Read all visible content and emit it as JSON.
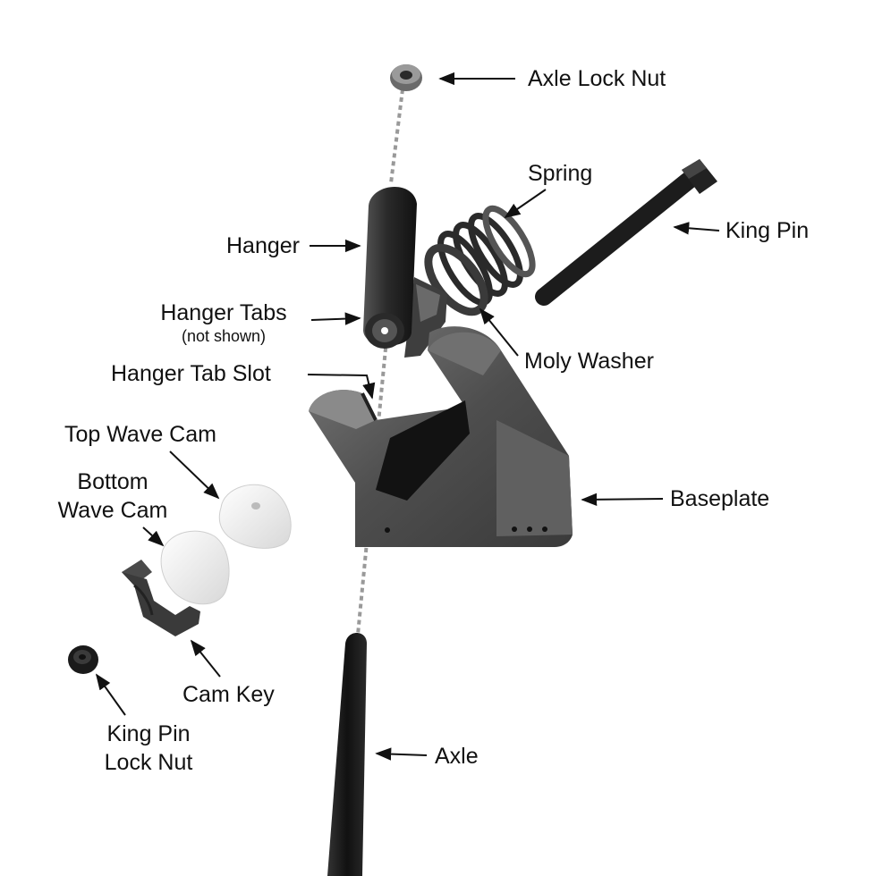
{
  "labels": {
    "axle_lock_nut": "Axle Lock Nut",
    "spring": "Spring",
    "king_pin": "King Pin",
    "hanger": "Hanger",
    "hanger_tabs": "Hanger Tabs",
    "hanger_tabs_note": "(not shown)",
    "moly_washer": "Moly Washer",
    "hanger_tab_slot": "Hanger Tab Slot",
    "top_wave_cam": "Top Wave Cam",
    "bottom_wave_cam_line1": "Bottom",
    "bottom_wave_cam_line2": "Wave Cam",
    "baseplate": "Baseplate",
    "cam_key": "Cam Key",
    "king_pin_lock_nut_line1": "King Pin",
    "king_pin_lock_nut_line2": "Lock Nut",
    "axle": "Axle"
  },
  "colors": {
    "part_dark": "#1e1e1e",
    "part_mid": "#4a4a4a",
    "part_light": "#6e6e6e",
    "cam_white": "#eeeeee",
    "axis_dots": "#999999",
    "arrow": "#111111"
  }
}
